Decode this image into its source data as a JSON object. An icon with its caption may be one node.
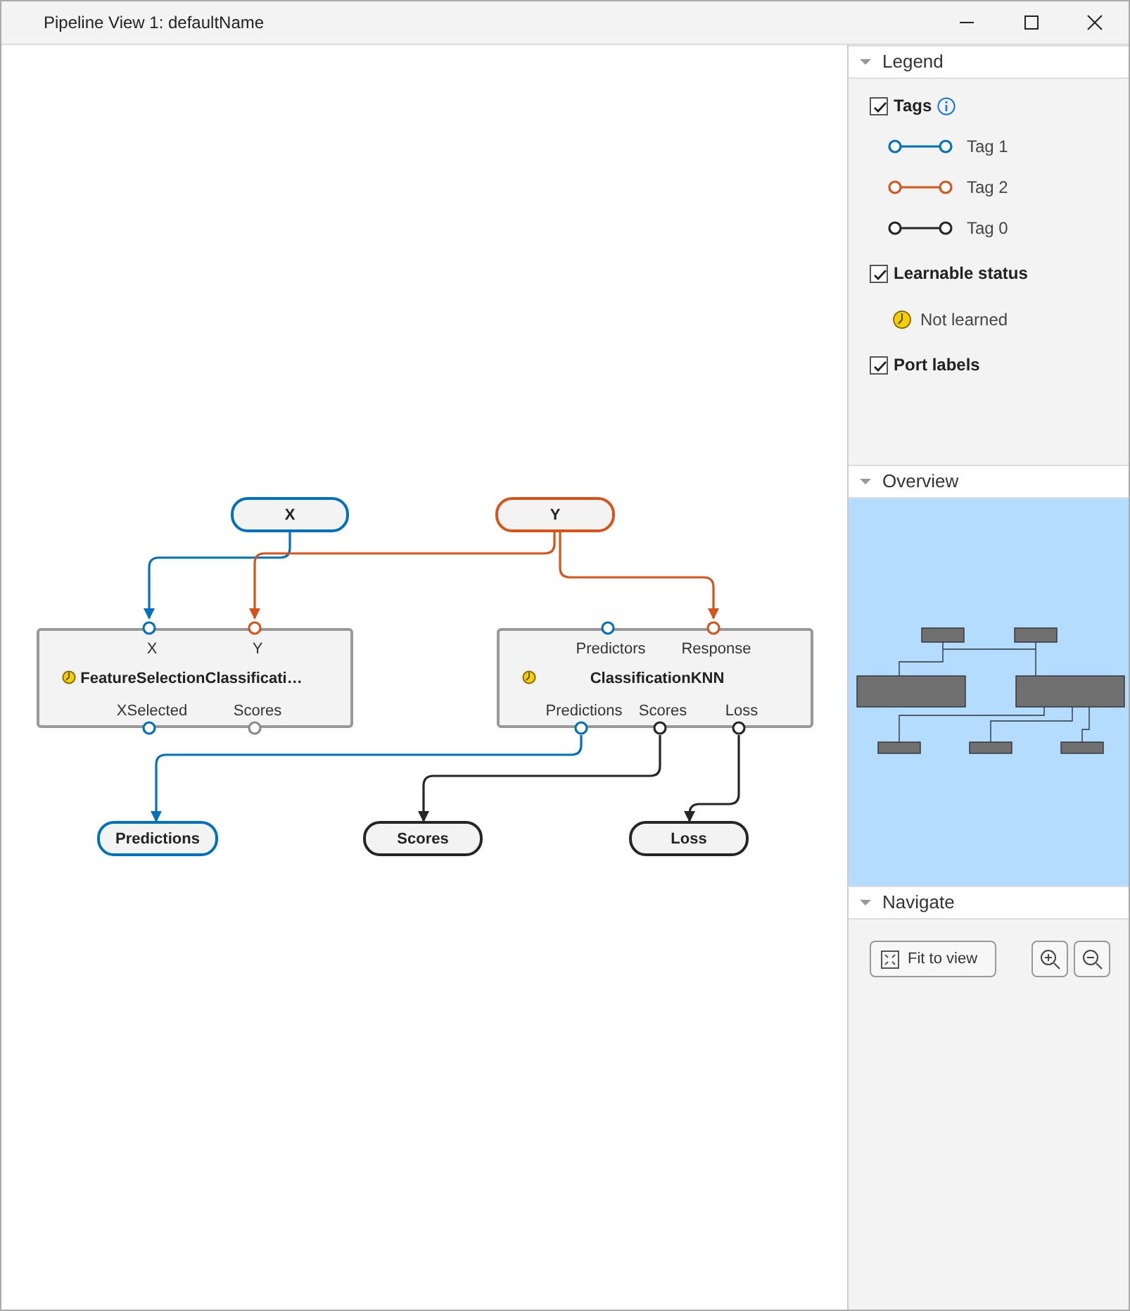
{
  "diagram": {
    "nodes": [
      {
        "text": [
          "X"
        ]
      },
      {
        "text": [
          "Y"
        ]
      },
      {
        "text": [
          "X",
          "Y",
          "FeatureSelectionClassificati…",
          "XSelected",
          "Scores"
        ]
      },
      {
        "text": [
          "Predictors",
          "Response",
          "ClassificationKNN",
          "Predictions",
          "Scores",
          "Loss"
        ]
      },
      {
        "text": [
          "Predictions"
        ]
      },
      {
        "text": [
          "Scores"
        ]
      },
      {
        "text": [
          "Loss"
        ]
      }
    ],
    "edges": [
      {
        "from": 0,
        "to": 2,
        "arrow": "to",
        "color": "#0072bd"
      },
      {
        "from": 1,
        "to": 2,
        "arrow": "to",
        "color": "#d95319"
      },
      {
        "from": 1,
        "to": 3,
        "arrow": "to",
        "color": "#d95319"
      },
      {
        "from": 3,
        "to": 4,
        "arrow": "to",
        "color": "#0072bd"
      },
      {
        "from": 3,
        "to": 5,
        "arrow": "to",
        "color": "#262626"
      },
      {
        "from": 3,
        "to": 6,
        "arrow": "to",
        "color": "#262626"
      }
    ],
    "labels": [
      "Pipeline View 1: defaultName",
      "Legend",
      "Tags",
      "Learnable status",
      "Port labels",
      "Overview",
      "Navigate",
      "Fit to view"
    ],
    "legend": [
      {
        "text": "Tag 1"
      },
      {
        "text": "Tag 2"
      },
      {
        "text": "Tag 0"
      },
      {
        "text": "Not learned"
      }
    ]
  }
}
